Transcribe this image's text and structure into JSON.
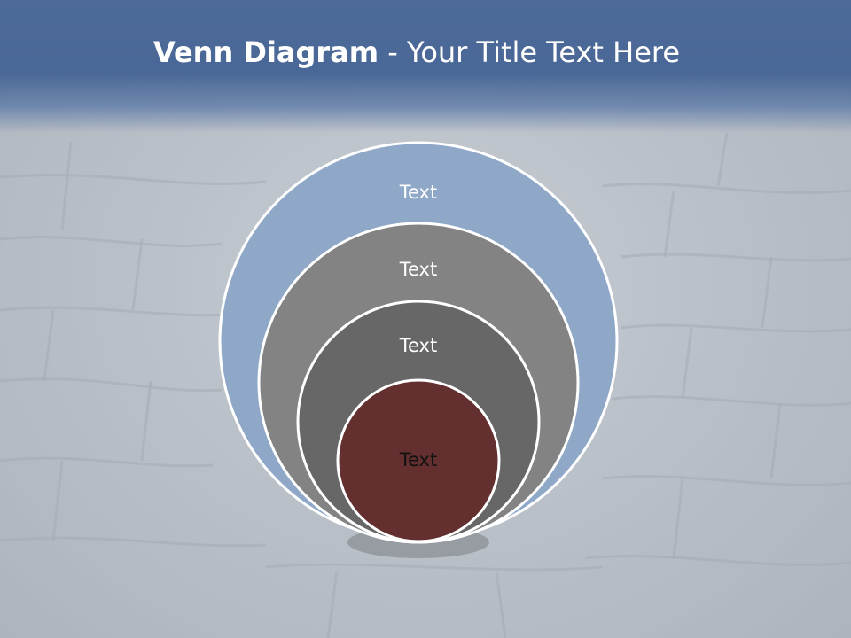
{
  "slide": {
    "title_bold": "Venn Diagram",
    "title_rest": " - Your Title Text Here"
  },
  "diagram": {
    "circles": [
      {
        "label": "Text",
        "fill": "#8fa8c8",
        "text_color": "#ffffff"
      },
      {
        "label": "Text",
        "fill": "#838383",
        "text_color": "#ffffff"
      },
      {
        "label": "Text",
        "fill": "#676767",
        "text_color": "#ffffff"
      },
      {
        "label": "Text",
        "fill": "#632f2f",
        "text_color": "#111111"
      }
    ]
  },
  "colors": {
    "header": "#4a6897",
    "circle_outline": "#ffffff"
  }
}
